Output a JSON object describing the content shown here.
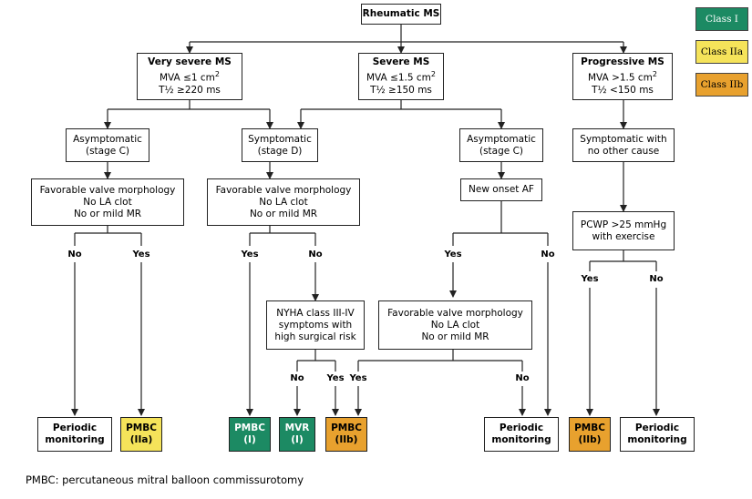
{
  "legend": {
    "class1": "Class I",
    "class2a": "Class IIa",
    "class2b": "Class IIb",
    "colors": {
      "class1": "#1c8a63",
      "class2a": "#f5e35a",
      "class2b": "#e8a12e"
    }
  },
  "nodes": {
    "root": "Rheumatic MS",
    "very_severe": {
      "title": "Very severe MS",
      "mva": "MVA ≤1 cm",
      "sup": "2",
      "t": "T½ ≥220 ms"
    },
    "severe": {
      "title": "Severe MS",
      "mva": "MVA ≤1.5 cm",
      "sup": "2",
      "t": "T½ ≥150 ms"
    },
    "progressive": {
      "title": "Progressive MS",
      "mva": "MVA >1.5 cm",
      "sup": "2",
      "t": "T½ <150 ms"
    },
    "asym_c_left": {
      "l1": "Asymptomatic",
      "l2": "(stage C)"
    },
    "sym_d": {
      "l1": "Symptomatic",
      "l2": "(stage D)"
    },
    "asym_c_right": {
      "l1": "Asymptomatic",
      "l2": "(stage C)"
    },
    "sym_no_cause": {
      "l1": "Symptomatic with",
      "l2": "no other cause"
    },
    "fav_left": {
      "l1": "Favorable valve morphology",
      "l2": "No LA clot",
      "l3": "No or mild MR"
    },
    "fav_mid": {
      "l1": "Favorable valve morphology",
      "l2": "No LA clot",
      "l3": "No or mild MR"
    },
    "new_af": "New onset AF",
    "pcwp": {
      "l1": "PCWP >25 mmHg",
      "l2": "with exercise"
    },
    "nyha": {
      "l1": "NYHA class III-IV",
      "l2": "symptoms with",
      "l3": "high surgical risk"
    },
    "fav_low": {
      "l1": "Favorable valve morphology",
      "l2": "No LA clot",
      "l3": "No or mild MR"
    }
  },
  "branch_labels": {
    "yes": "Yes",
    "no": "No"
  },
  "outcomes": {
    "periodic": {
      "l1": "Periodic",
      "l2": "monitoring"
    },
    "pmbc_iia": {
      "l1": "PMBC",
      "l2": "(IIa)"
    },
    "pmbc_i": {
      "l1": "PMBC",
      "l2": "(I)"
    },
    "mvr_i": {
      "l1": "MVR",
      "l2": "(I)"
    },
    "pmbc_iib": {
      "l1": "PMBC",
      "l2": "(IIb)"
    }
  },
  "footnote": "PMBC: percutaneous mitral balloon commissurotomy"
}
